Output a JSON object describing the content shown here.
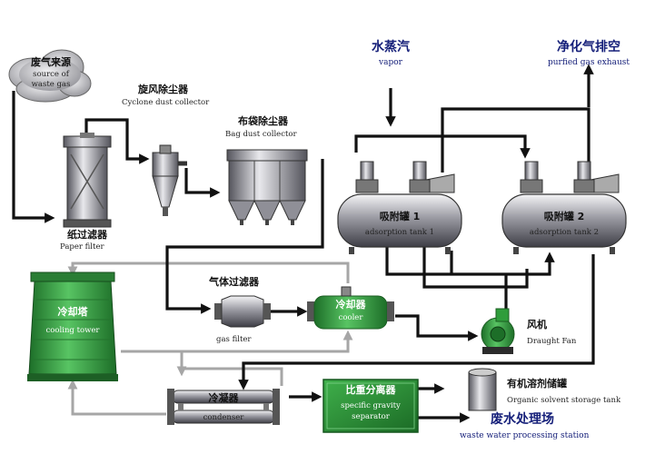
{
  "labels": {
    "source_zh": "废气来源",
    "source_en_1": "source of",
    "source_en_2": "waste gas",
    "cyclone_zh": "旋风除尘器",
    "cyclone_en": "Cyclone dust collector",
    "bag_zh": "布袋除尘器",
    "bag_en": "Bag dust collector",
    "paper_zh": "纸过滤器",
    "paper_en": "Paper filter",
    "vapor_zh": "水蒸汽",
    "vapor_en": "vapor",
    "exhaust_zh": "净化气排空",
    "exhaust_en": "purfied gas exhaust",
    "tank1_zh": "吸附罐 1",
    "tank1_en": "adsorption tank 1",
    "tank2_zh": "吸附罐 2",
    "tank2_en": "adsorption tank 2",
    "gasfilter_zh": "气体过滤器",
    "gasfilter_en": "gas filter",
    "cooler_zh": "冷却器",
    "cooler_en": "cooler",
    "fan_zh": "风机",
    "fan_en": "Draught Fan",
    "tower_zh": "冷却塔",
    "tower_en": "cooling tower",
    "condenser_zh": "冷凝器",
    "condenser_en": "condenser",
    "separator_zh": "比重分离器",
    "separator_en_1": "specific gravity",
    "separator_en_2": "separator",
    "storage_zh": "有机溶剂储罐",
    "storage_en": "Organic solvent storage tank",
    "waste_zh": "废水处理场",
    "waste_en": "waste water processing station"
  },
  "colors": {
    "gas_line": "#111111",
    "water_line": "#a6a6a6",
    "title_blue": "#16207a",
    "tower_green": "#2f9d3b",
    "equipment_steel": "#8e8e96"
  }
}
